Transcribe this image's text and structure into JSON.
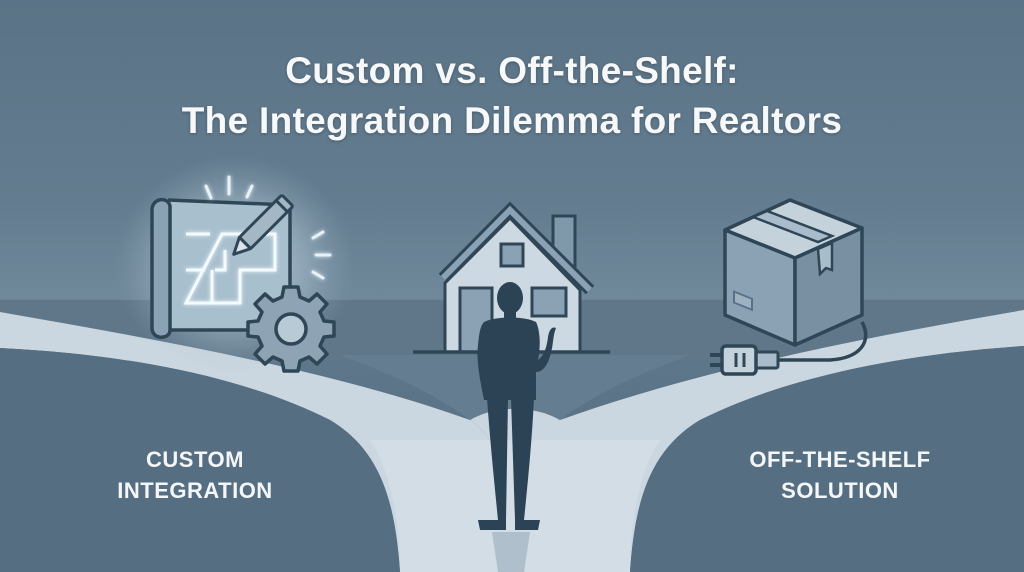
{
  "title": {
    "line1": "Custom vs. Off-the-Shelf:",
    "line2": "The Integration Dilemma for Realtors"
  },
  "paths": {
    "left": {
      "label_line1": "CUSTOM",
      "label_line2": "INTEGRATION",
      "icon": "blueprint-gear-icon"
    },
    "right": {
      "label_line1": "OFF-THE-SHELF",
      "label_line2": "SOLUTION",
      "icon": "box-plug-icon"
    }
  },
  "center": {
    "icon": "house-icon",
    "figure": "person-silhouette"
  },
  "colors": {
    "background": "#5b7487",
    "road": "#c9d5de",
    "outline": "#2f4656",
    "silhouette": "#2c4355",
    "glow": "#e8f3fb",
    "text": "#f4f6f8"
  }
}
